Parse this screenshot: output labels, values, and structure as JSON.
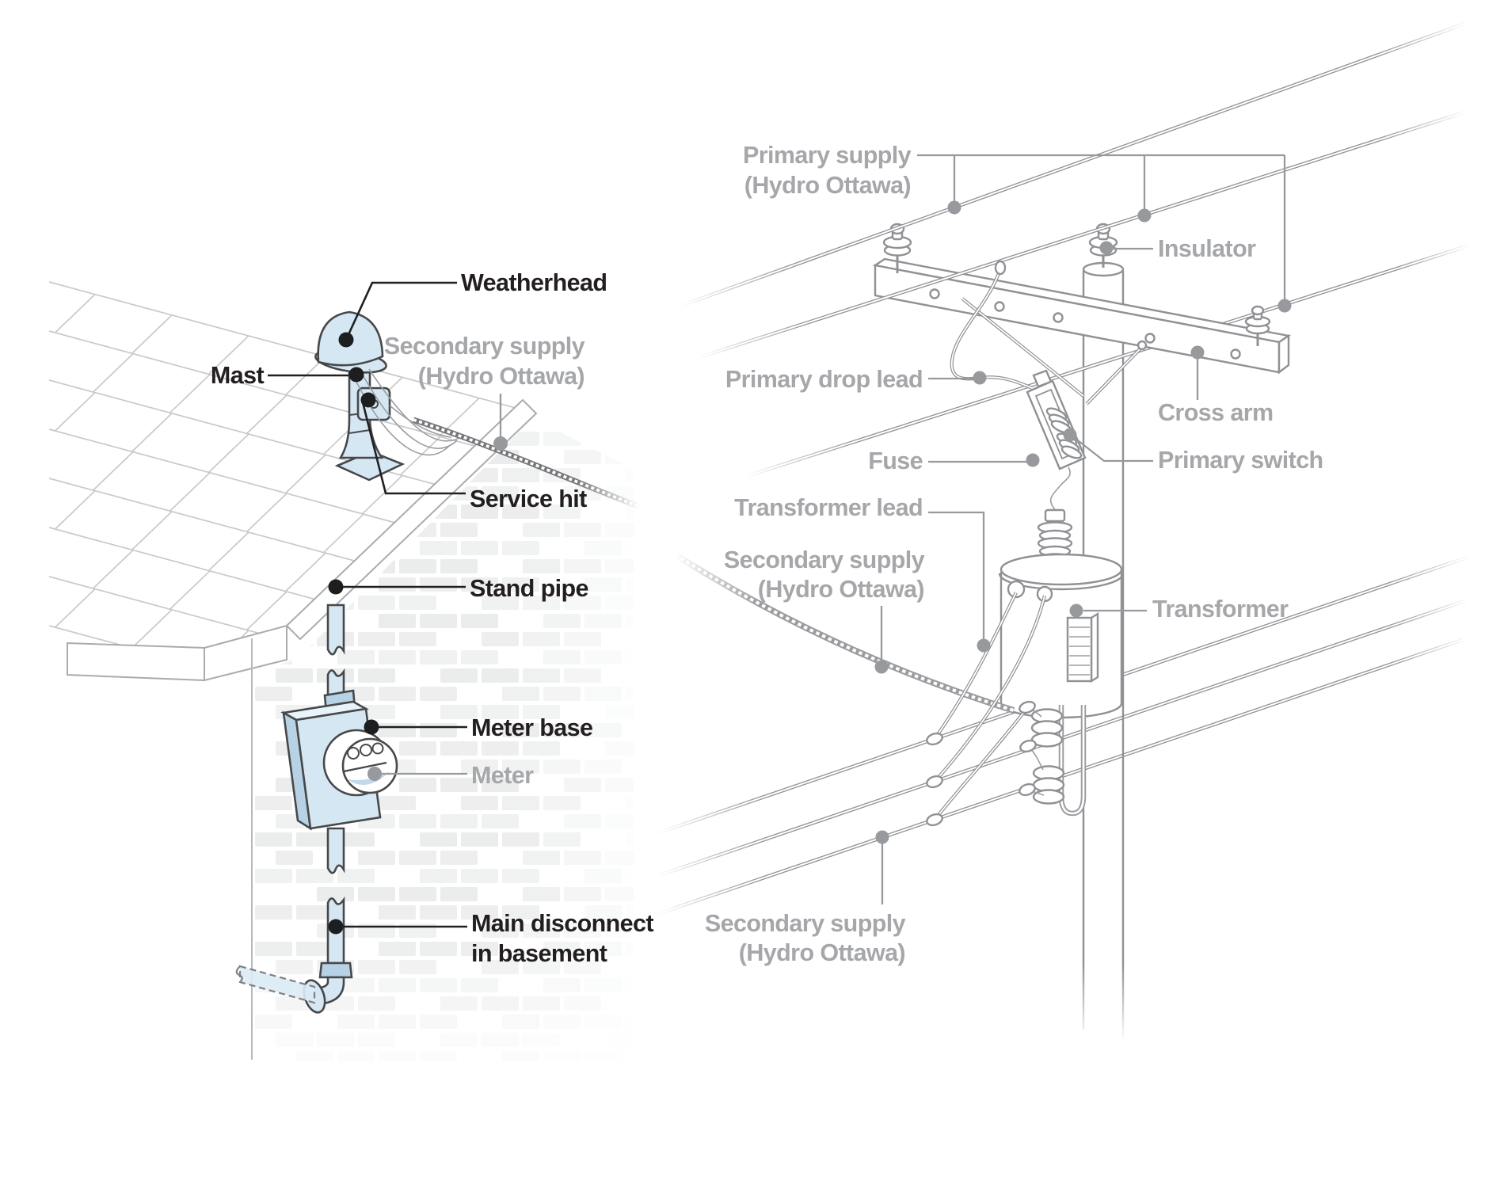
{
  "figure": {
    "description": "Electrical service diagram: house service entrance (left) and utility pole with transformer (right)",
    "background": "#ffffff"
  },
  "colors": {
    "label_dark": "#231f20",
    "label_gray": "#a5a7aa",
    "equipment_blue": "#d6e7f4",
    "equipment_blue_light": "#e9f3fa",
    "equipment_blue_shade": "#b7d1e5",
    "outline_dark": "#47484a",
    "line_gray": "#8f9194",
    "leader_black": "#1f2022",
    "leader_gray": "#98999c",
    "brick": "#ebecec",
    "roof_line": "#c7c9cb"
  },
  "left": {
    "name": "House service entrance",
    "labels": {
      "weatherhead": "Weatherhead",
      "mast": "Mast",
      "secondary_supply": [
        "Secondary supply",
        "(Hydro Ottawa)"
      ],
      "service_hit": "Service hit",
      "stand_pipe": "Stand pipe",
      "meter_base": "Meter base",
      "meter": "Meter",
      "main_disconnect": [
        "Main disconnect",
        "in basement"
      ]
    }
  },
  "right": {
    "name": "Utility pole equipment",
    "labels": {
      "primary_supply": [
        "Primary supply",
        "(Hydro Ottawa)"
      ],
      "insulator": "Insulator",
      "primary_drop_lead": "Primary drop lead",
      "cross_arm": "Cross arm",
      "fuse": "Fuse",
      "primary_switch": "Primary switch",
      "transformer_lead": "Transformer lead",
      "secondary_supply_mid": [
        "Secondary supply",
        "(Hydro Ottawa)"
      ],
      "transformer": "Transformer",
      "secondary_supply_bottom": [
        "Secondary supply",
        "(Hydro Ottawa)"
      ]
    }
  }
}
